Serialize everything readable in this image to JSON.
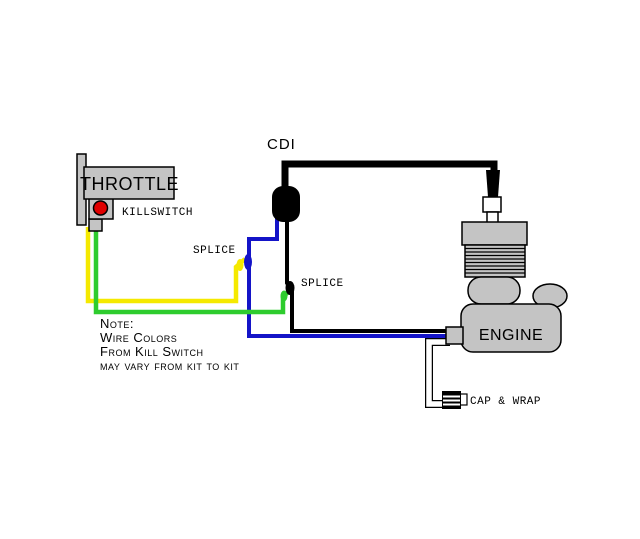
{
  "diagram": {
    "labels": {
      "cdi": "CDI",
      "throttle": "THROTTLE",
      "killswitch": "KILLSWITCH",
      "splice": "SPLICE",
      "engine": "ENGINE",
      "cap_wrap": "CAP & WRAP"
    },
    "note": {
      "lines": [
        "Note:",
        "Wire Colors",
        "From Kill Switch",
        "may vary from kit to kit"
      ]
    },
    "colors": {
      "wire_yellow": "#f5e900",
      "wire_green": "#2ecc2e",
      "wire_blue": "#1414c8",
      "wire_black": "#000000",
      "component_gray": "#c4c4c4",
      "killswitch_red": "#e00000",
      "note_text": "#7d7d7d"
    }
  }
}
